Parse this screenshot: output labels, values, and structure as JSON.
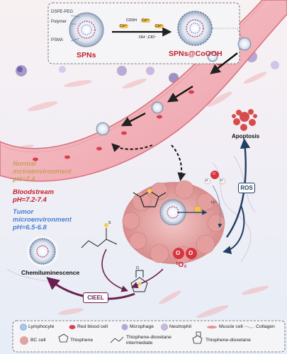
{
  "top_panel": {
    "labels": {
      "dspe": "DSPE-PEG",
      "polymer": "Polymer",
      "psma": "PSMA"
    },
    "spns": "SPNs",
    "spns_cooh": "SPNs@CoOOH",
    "chem": {
      "cooh": "COOH",
      "co1": "Co²⁺",
      "co2": "Co²⁺",
      "co3": "Co²⁺",
      "oxid": "OH⁻,ClO⁻"
    }
  },
  "environments": {
    "normal": [
      "Normal",
      "mciroenvironment",
      "pH=7.4"
    ],
    "bloodstream": [
      "Bloodstream",
      "pH=7.2-7.4"
    ],
    "tumor": [
      "Tumor",
      "microenvironment",
      "pH=6.5-6.8"
    ]
  },
  "labels": {
    "apoptosis": "Apoptosis",
    "ros": "ROS",
    "h_plus": "H⁺",
    "h_atom_1": "H",
    "h_atom_2": "H",
    "o_atom": "O",
    "o1": "O",
    "o2": "O",
    "singlet_o2": "¹O₂",
    "chemi": "Chemiluminescence",
    "cieel": "CIEEL",
    "oxygen_s": "O",
    "sulfur_s": "S"
  },
  "legend": [
    {
      "label": "Lymphocyte",
      "icon": "lymphocyte-icon"
    },
    {
      "label": "Red blood cell",
      "icon": "red-blood-cell-icon"
    },
    {
      "label": "Mcrophage",
      "icon": "macrophage-icon"
    },
    {
      "label": "Neutrophil",
      "icon": "neutrophil-icon"
    },
    {
      "label": "Muscle cell",
      "icon": "muscle-cell-icon"
    },
    {
      "label": "Collagen",
      "icon": "collagen-icon"
    },
    {
      "label": "BC cell",
      "icon": "bc-cell-icon"
    },
    {
      "label": "Thiophene",
      "icon": "thiophene-icon"
    },
    {
      "label": "Thiophene-dioxetane intermediate",
      "icon": "dioxetane-intermediate-icon"
    },
    {
      "label": "Thiophene-dioxetane",
      "icon": "thiophene-dioxetane-icon"
    }
  ],
  "colors": {
    "vessel": "#f0b9bf",
    "tumor": "#e8a6a6",
    "red_text": "#c21f2a",
    "blue_text": "#4a7fd0",
    "tan_text": "#c6a25a",
    "dark_blue": "#1f3e63",
    "purple": "#6b1f4f"
  }
}
